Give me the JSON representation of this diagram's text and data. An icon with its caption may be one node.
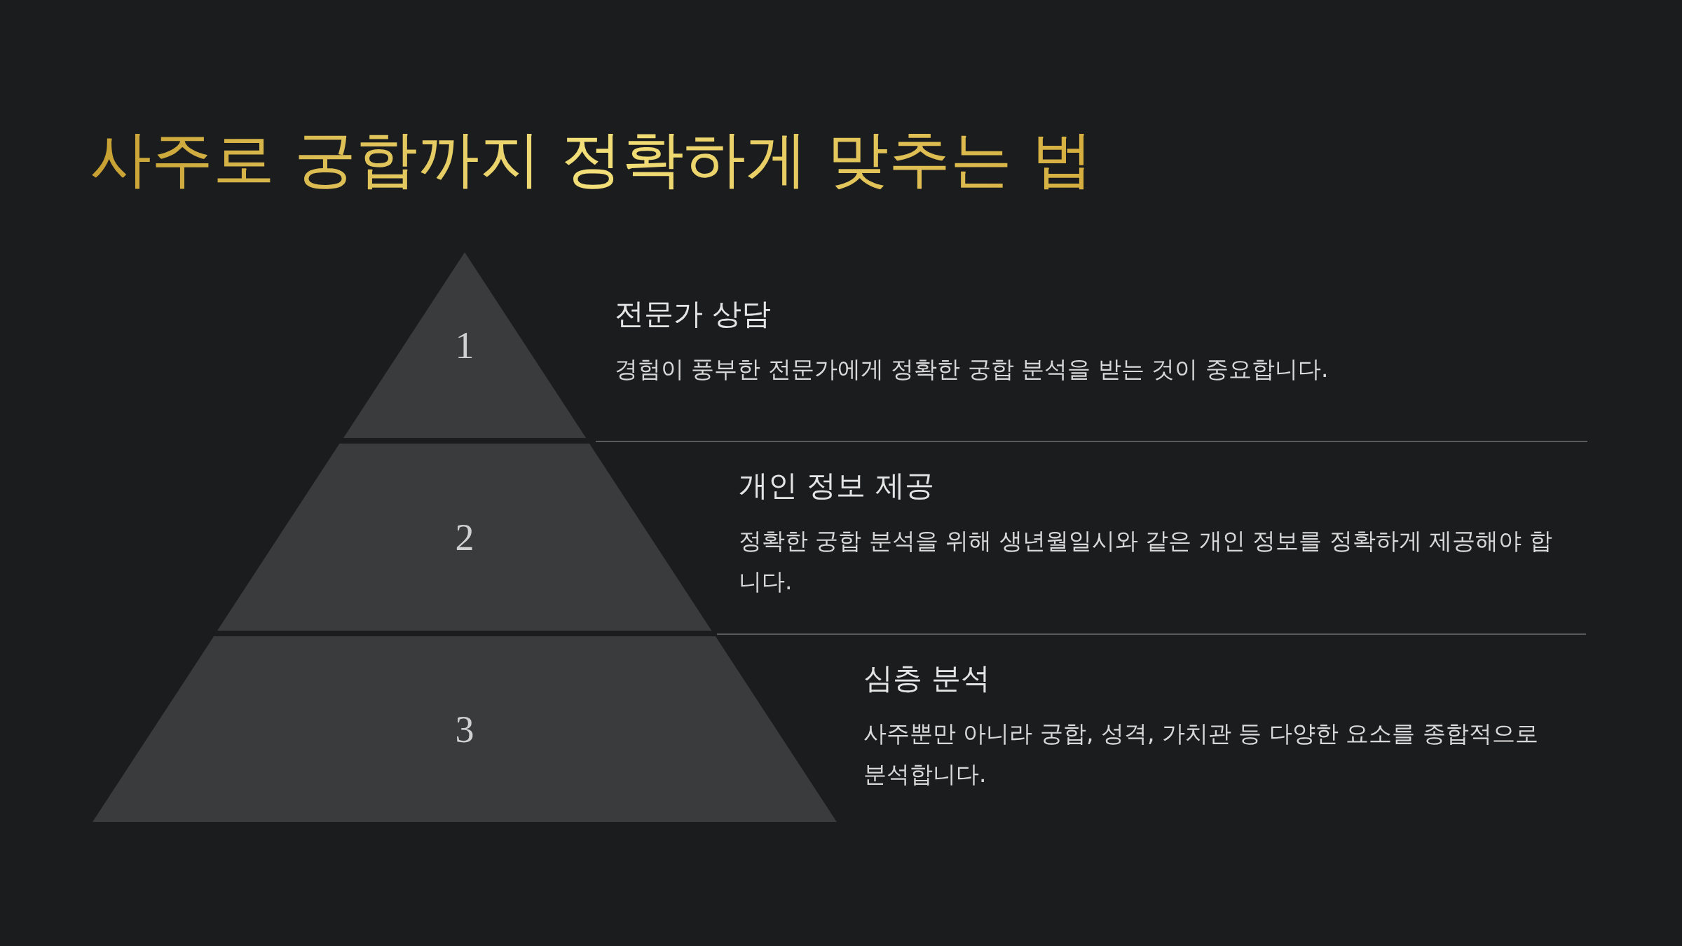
{
  "diagram": {
    "title": "사주로 궁합까지 정확하게 맞추는 법",
    "nodes": [
      {
        "text": [
          "1"
        ],
        "beside": [
          "전문가 상담",
          "경험이 풍부한 전문가에게 정확한 궁합 분석을 받는 것이 중요합니다."
        ]
      },
      {
        "text": [
          "2"
        ],
        "beside": [
          "개인 정보 제공",
          "정확한 궁합 분석을 위해 생년월일시와 같은 개인 정보를 정확하게 제공해야 합니다."
        ]
      },
      {
        "text": [
          "3"
        ],
        "beside": [
          "심층 분석",
          "사주뿐만 아니라 궁합, 성격, 가치관 등 다양한 요소를 종합적으로 분석합니다."
        ]
      }
    ],
    "edges": []
  }
}
